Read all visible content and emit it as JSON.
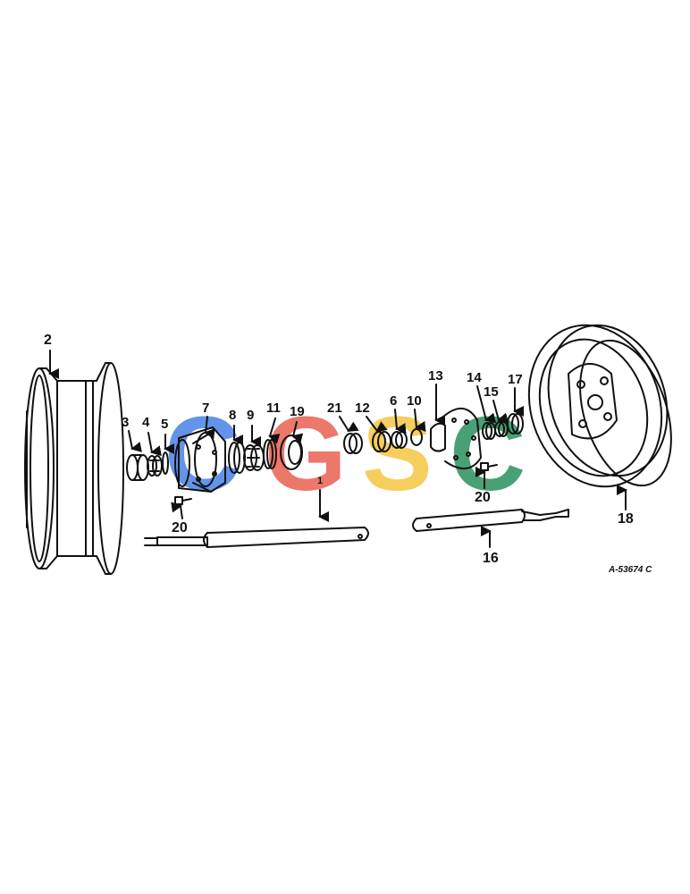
{
  "diagram": {
    "drawing_code": "A-53674 C",
    "callouts": [
      {
        "id": "c2",
        "label": "2"
      },
      {
        "id": "c3",
        "label": "3"
      },
      {
        "id": "c4",
        "label": "4"
      },
      {
        "id": "c5",
        "label": "5"
      },
      {
        "id": "c7",
        "label": "7"
      },
      {
        "id": "c8",
        "label": "8"
      },
      {
        "id": "c9",
        "label": "9"
      },
      {
        "id": "c11",
        "label": "11"
      },
      {
        "id": "c19",
        "label": "19"
      },
      {
        "id": "c21",
        "label": "21"
      },
      {
        "id": "c12",
        "label": "12"
      },
      {
        "id": "c6",
        "label": "6"
      },
      {
        "id": "c10",
        "label": "10"
      },
      {
        "id": "c13",
        "label": "13"
      },
      {
        "id": "c14",
        "label": "14"
      },
      {
        "id": "c15",
        "label": "15"
      },
      {
        "id": "c17",
        "label": "17"
      },
      {
        "id": "c18",
        "label": "18"
      },
      {
        "id": "c20a",
        "label": "20"
      },
      {
        "id": "c20b",
        "label": "20"
      },
      {
        "id": "c16",
        "label": "16"
      },
      {
        "id": "c1",
        "label": "1"
      }
    ]
  },
  "watermark": {
    "letters": [
      "C",
      "G",
      "S",
      "C"
    ],
    "colors": [
      "#5b8fe8",
      "#ec7064",
      "#f5cc55",
      "#3f9b6e"
    ]
  }
}
